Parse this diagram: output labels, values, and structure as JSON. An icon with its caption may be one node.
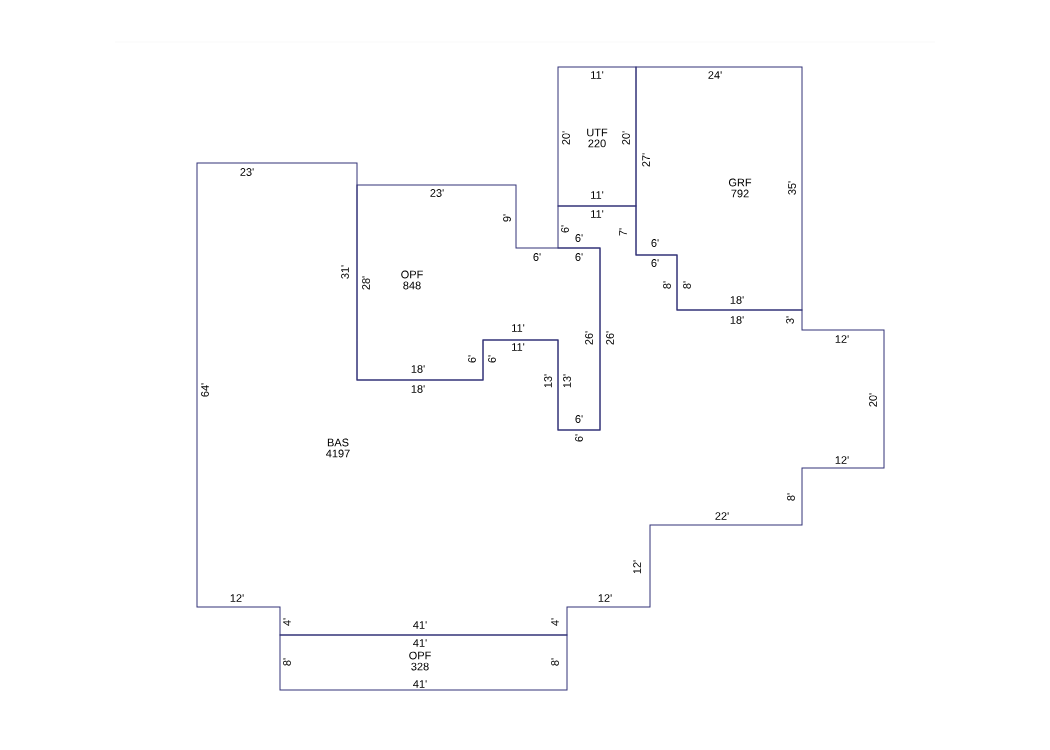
{
  "diagram": {
    "nodes": [
      {
        "text": [
          "UTF",
          "220"
        ]
      },
      {
        "text": [
          "GRF",
          "792"
        ]
      },
      {
        "text": [
          "OPF",
          "848"
        ]
      },
      {
        "text": [
          "BAS",
          "4197"
        ]
      },
      {
        "text": [
          "OPF",
          "328"
        ]
      }
    ],
    "labels": [
      "11'",
      "24'",
      "20'",
      "20'",
      "27'",
      "35'",
      "23'",
      "23'",
      "11'",
      "11'",
      "9'",
      "6'",
      "7'",
      "6'",
      "6'",
      "6'",
      "6'",
      "6'",
      "31'",
      "28'",
      "8'",
      "8'",
      "18'",
      "18'",
      "3'",
      "11'",
      "12'",
      "26'",
      "26'",
      "11'",
      "6'",
      "6'",
      "18'",
      "13'",
      "13'",
      "18'",
      "64'",
      "20'",
      "6'",
      "6'",
      "12'",
      "8'",
      "22'",
      "12'",
      "12'",
      "12'",
      "4'",
      "41'",
      "4'",
      "41'",
      "8'",
      "8'",
      "41'"
    ]
  }
}
